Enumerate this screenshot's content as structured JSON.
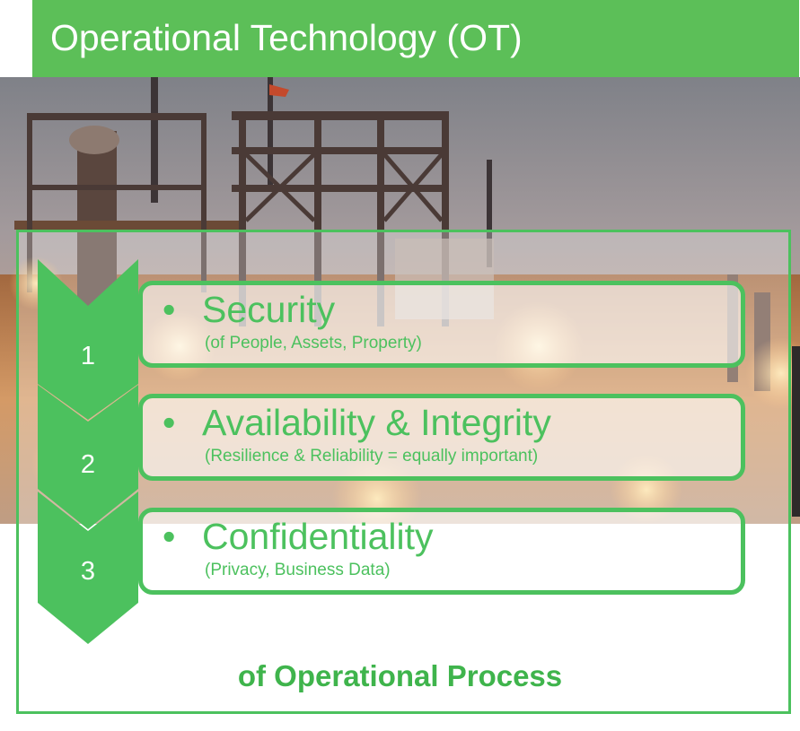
{
  "title": "Operational Technology (OT)",
  "colors": {
    "green": "#4cc15e",
    "title_green": "#5cbf58",
    "footer_green": "#3fb44c"
  },
  "photo": {
    "subject": "industrial-plant-photo"
  },
  "items": [
    {
      "number": "1",
      "bullet": "•",
      "heading": "Security",
      "sub": "(of People, Assets, Property)"
    },
    {
      "number": "2",
      "bullet": "•",
      "heading": "Availability & Integrity",
      "sub": "(Resilience & Reliability = equally important)"
    },
    {
      "number": "3",
      "bullet": "•",
      "heading": "Confidentiality",
      "sub": "(Privacy, Business Data)"
    }
  ],
  "footer": "of Operational Process"
}
